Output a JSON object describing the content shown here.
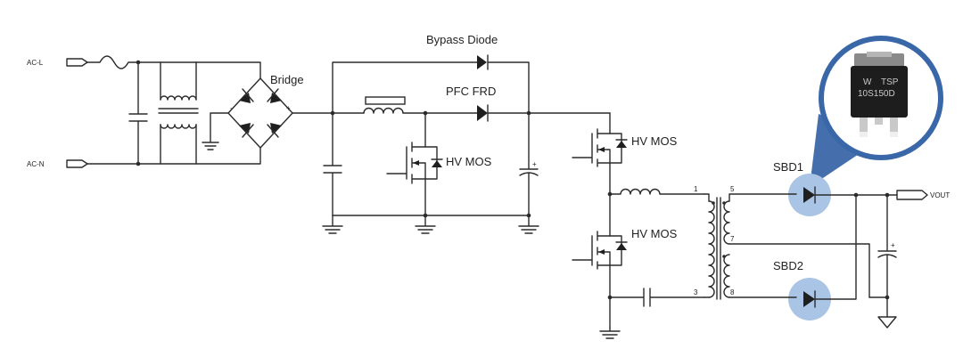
{
  "labels": {
    "ac_l": "AC-L",
    "ac_n": "AC-N",
    "bridge": "Bridge",
    "bypass_diode": "Bypass Diode",
    "pfc_frd": "PFC FRD",
    "hv_mos_pfc": "HV MOS",
    "hv_mos_top": "HV MOS",
    "hv_mos_bottom": "HV MOS",
    "sbd1": "SBD1",
    "sbd2": "SBD2",
    "vout": "VOUT"
  },
  "pins": {
    "p1": "1",
    "p3": "3",
    "p5": "5",
    "p7": "7",
    "p8": "8"
  },
  "polarity": {
    "bridge_minus": "-",
    "bridge_plus": "+",
    "cap_plus": "+"
  },
  "package": {
    "brand": "W",
    "series": "TSP",
    "part": "10S150D"
  },
  "colors": {
    "callout": "#3a67a8",
    "highlight": "#a9c4e4",
    "wire": "#2b2b2b"
  }
}
